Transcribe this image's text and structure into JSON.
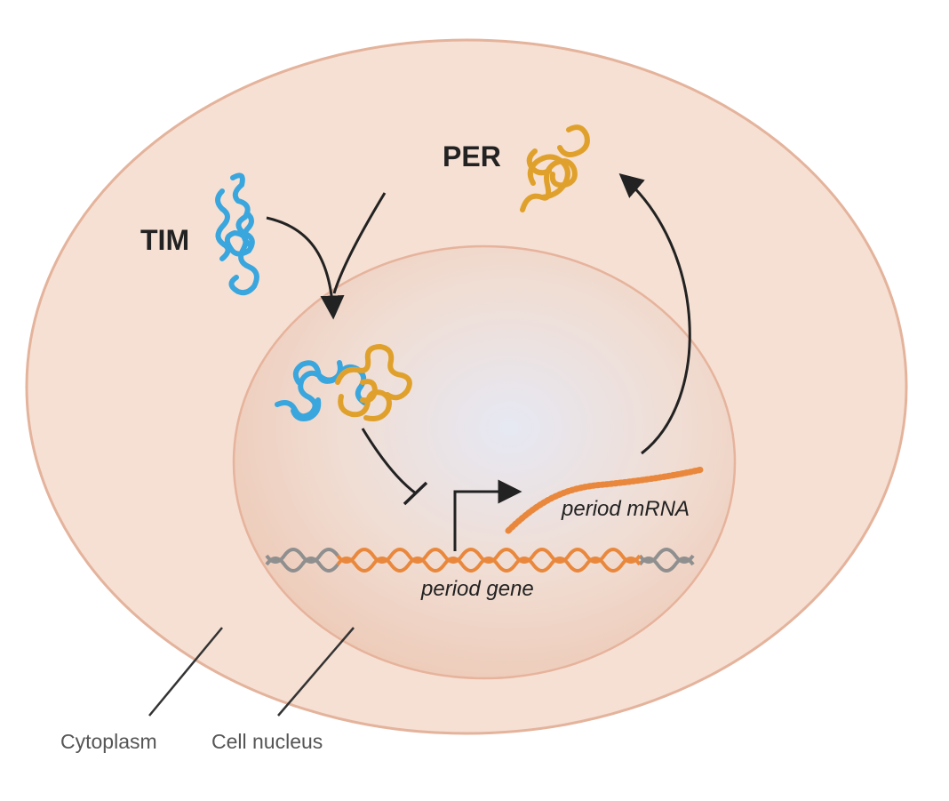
{
  "labels": {
    "per": "PER",
    "tim": "TIM",
    "mrna": "period mRNA",
    "gene": "period gene",
    "cytoplasm": "Cytoplasm",
    "nucleus": "Cell nucleus"
  },
  "colors": {
    "cytoplasm_fill": "#f6dfd1",
    "cytoplasm_stroke": "#e6b7a1",
    "nucleus_fill": "#f1d2c1",
    "nucleus_center": "#e7e9f3",
    "tim_protein": "#3aa6de",
    "per_protein": "#e0a12c",
    "dna_gene": "#e9883c",
    "dna_flank": "#8f8f8f",
    "arrows": "#222222"
  },
  "icons": {
    "tim": "tim-protein-icon",
    "per": "per-protein-icon",
    "complex": "tim-per-complex-icon",
    "dna": "dna-helix-icon",
    "mrna": "mrna-strand-icon"
  }
}
